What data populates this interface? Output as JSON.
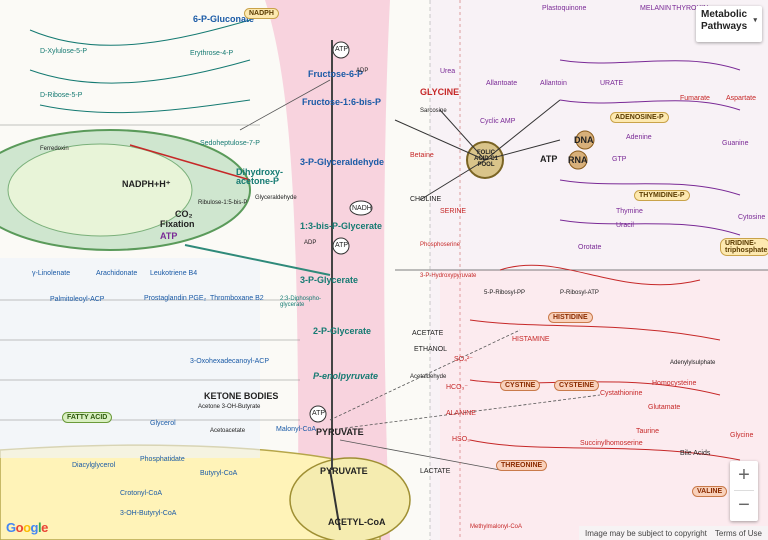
{
  "map_title": "Metabolic Pathways",
  "title_control": {
    "line1": "Metabolic",
    "line2": "Pathways"
  },
  "zoom": {
    "in": "+",
    "out": "−"
  },
  "logo": {
    "g1": "G",
    "o1": "o",
    "o2": "o",
    "g2": "g",
    "l": "l",
    "e": "e"
  },
  "attribution": {
    "notice": "Image may be subject to copyright",
    "terms": "Terms of Use"
  },
  "labels": {
    "nadph_top": "NADPH",
    "gluconate": "6-P-Gluconate",
    "fructose6p": "Fructose-6-P",
    "fructose16bp": "Fructose-1:6-bis-P",
    "dihydroxyacetone": "Dihydroxy-acetone-P",
    "glyceraldehyde3p": "3-P-Glyceraldehyde",
    "bpg": "1:3-bis-P-Glycerate",
    "pg3": "3-P-Glycerate",
    "pg2": "2-P-Glycerate",
    "pep": "P-enolpyruvate",
    "pyruvate": "PYRUVATE",
    "pyruvate2": "PYRUVATE",
    "acetylcoa": "ACETYL-CoA",
    "lactate": "LACTATE",
    "acetate": "ACETATE",
    "ethanol": "ETHANOL",
    "acetaldehyde": "Acetaldehyde",
    "atp1": "ATP",
    "atp2": "ATP",
    "atp3": "ATP",
    "adp1": "ADP",
    "adp2": "ADP",
    "nadh": "NADH",
    "nadph_h": "NADPH+H⁺",
    "co2": "CO₂",
    "fixation": "Fixation",
    "atp_chloro": "ATP",
    "ribulose": "Ribulose-1:5-bis-P",
    "glyceraldehyde": "Glyceraldehyde",
    "erythrose": "Erythrose-4-P",
    "xylulose": "D-Xylulose-5-P",
    "ribose": "D-Ribose-5-P",
    "sedoheptulose": "Sedoheptulose-7-P",
    "glycine": "GLYCINE",
    "serine": "SERINE",
    "choline": "CHOLINE",
    "betaine": "Betaine",
    "sarcosine": "Sarcosine",
    "folic": "FOLIC ACID C1 POOL",
    "dna": "DNA",
    "rna": "RNA",
    "atp_purine": "ATP",
    "adenosine": "ADENOSINE-P",
    "gtp": "GTP",
    "thymidine": "THYMIDINE-P",
    "uridine": "URIDINE-triphosphate",
    "urate": "URATE",
    "allantoin": "Allantoin",
    "allantoate": "Allantoate",
    "urea": "Urea",
    "cyclic_amp": "Cyclic AMP",
    "melanin": "MELANIN",
    "thyroxine": "THYROXIN",
    "plastoquinone": "Plastoquinone",
    "histidine": "HISTIDINE",
    "histamine": "HISTAMINE",
    "cysteine": "CYSTEINE",
    "cystine": "CYSTINE",
    "alanine": "ALANINE",
    "threonine": "THREONINE",
    "valine": "VALINE",
    "taurine": "Taurine",
    "glutamate": "Glutamate",
    "glycine2": "Glycine",
    "bile": "Bile Acids",
    "homocysteine": "Homocysteine",
    "cystathionine": "Cystathionine",
    "fumarate": "Fumarate",
    "aspartate": "Aspartate",
    "adenine": "Adenine",
    "guanine": "Guanine",
    "cytosine": "Cytosine",
    "thymine": "Thymine",
    "uracil": "Uracil",
    "orotate": "Orotate",
    "fatty_acid": "FATTY ACID",
    "ketone": "KETONE BODIES",
    "acetone": "Acetone  3-OH-Butyrate",
    "acetoacetate": "Acetoacetate",
    "malonyl": "Malonyl-CoA",
    "linolenate": "γ-Linolenate",
    "arachidonate": "Arachidonate",
    "leukotriene": "Leukotriene B4",
    "prostaglandin": "Prostaglandin PGE₂",
    "thromboxane": "Thromboxane B2",
    "palmitoyl": "Palmitoleoyl-ACP",
    "glycerol": "Glycerol",
    "phosphatidate": "Phosphatidate",
    "diacylglycerol": "Diacylglycerol",
    "hco3": "HCO₃⁻",
    "so4": "SO₄²⁻",
    "adenylylsulphate": "Adenylylsulphate",
    "hso3": "HSO₃",
    "methylmalonyl": "Methylmalonyl-CoA",
    "succinyl": "Succinylhomoserine",
    "phosphoserine": "Phosphoserine",
    "hydroxypyruvate": "3-P-Hydroxypyruvate",
    "ferredoxin": "Ferredoxin",
    "riboflavin": "P-Ribosyl-ATP",
    "pyrophosphate": "5-P-Ribosyl-PP",
    "phosphoenolpyruvate_sub": "2:3-Diphospho-glycerate",
    "hexadecanoyl": "3-Oxohexadecanoyl-ACP",
    "butyryl": "Butyryl-CoA",
    "crotonyl": "Crotonyl-CoA",
    "hydroxybutyryl": "3-OH-Butyryl-CoA"
  },
  "colors": {
    "background": "#fbfaf6",
    "glycolysis_band": "#f7c6d6",
    "chloroplast": "#d8ecd3",
    "mitochondrion": "#fff6bf",
    "nucleotide_zone": "#f3e6f5",
    "amino_zone": "#fde6ea"
  }
}
